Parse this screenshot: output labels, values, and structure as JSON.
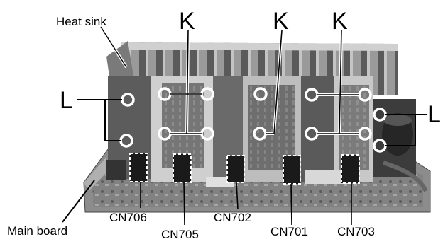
{
  "labels": {
    "heat_sink": "Heat sink",
    "main_board": "Main board",
    "k1": "K",
    "k2": "K",
    "k3": "K",
    "l_left": "L",
    "l_right": "L",
    "cn706": "CN706",
    "cn705": "CN705",
    "cn702": "CN702",
    "cn701": "CN701",
    "cn703": "CN703"
  }
}
